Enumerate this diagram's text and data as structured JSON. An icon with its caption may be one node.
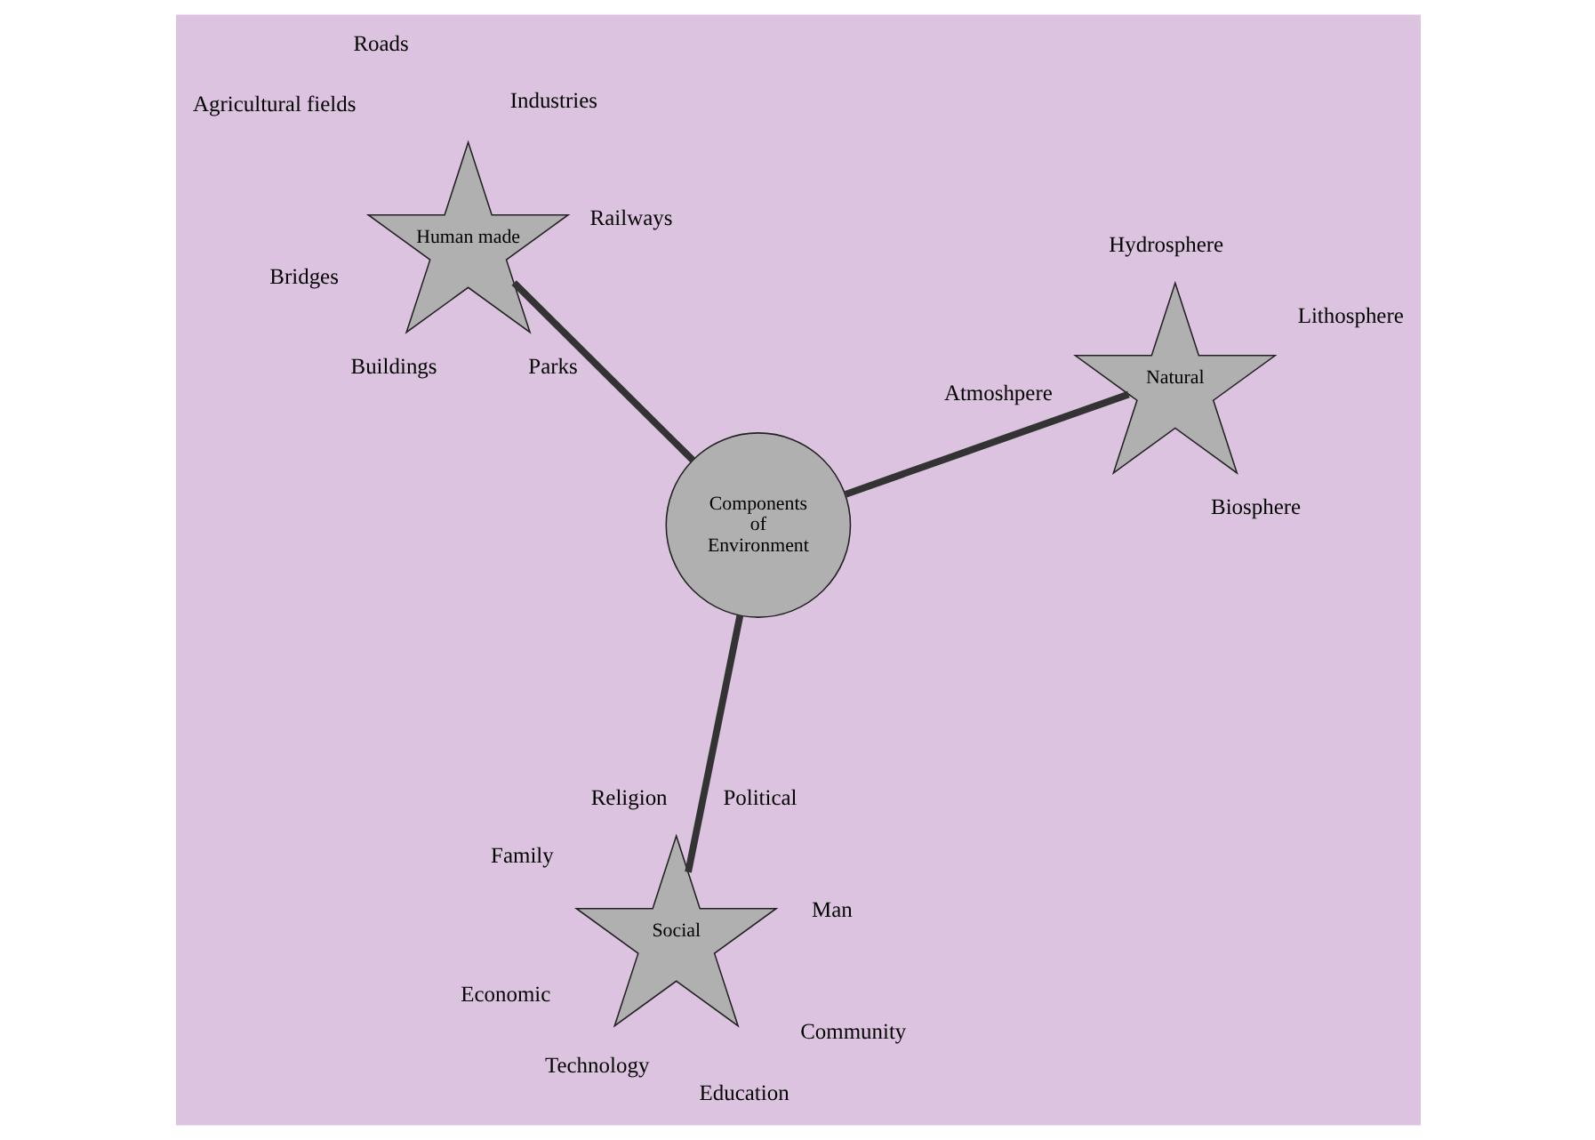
{
  "diagram": {
    "nodes": [
      {
        "text": [
          "Social"
        ],
        "beside": [
          "Man",
          "Technology",
          "Family",
          "Political",
          "Religion",
          "Economic",
          "Community",
          "Education"
        ]
      },
      {
        "text": [
          "Components of Environment"
        ]
      },
      {
        "text": [
          "Natural"
        ],
        "beside": [
          "Atmoshpere",
          "Biosphere",
          "Lithosphere",
          "Hydrosphere"
        ]
      },
      {
        "text": [
          "Human made"
        ],
        "beside": [
          "Parks",
          "Agricultural fields",
          "Bridges",
          "Roads",
          "Industries",
          "Buildings",
          "Railways"
        ]
      }
    ],
    "edges": [
      {
        "from": 1,
        "to": 0,
        "arrow": "none"
      },
      {
        "from": 1,
        "to": 2,
        "arrow": "none"
      },
      {
        "from": 1,
        "to": 3,
        "arrow": "none"
      }
    ]
  }
}
